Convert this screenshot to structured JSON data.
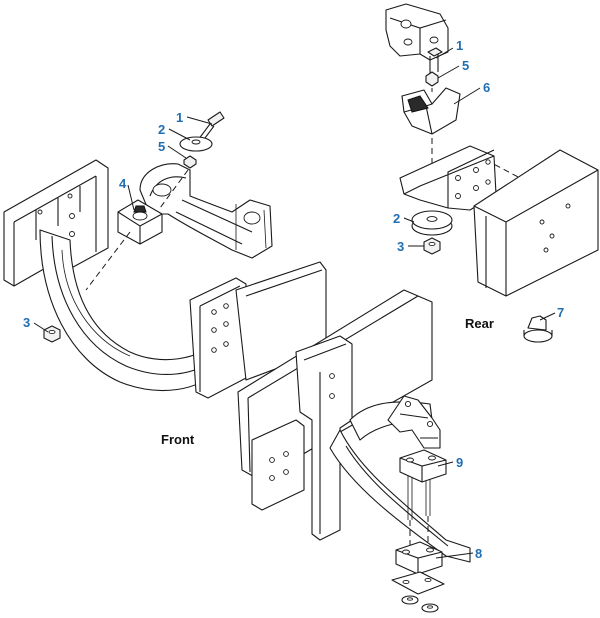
{
  "labels": {
    "front": "Front",
    "rear": "Rear"
  },
  "callouts": {
    "front_1": "1",
    "front_2": "2",
    "front_5": "5",
    "front_4": "4",
    "front_3": "3",
    "rear_1": "1",
    "rear_5": "5",
    "rear_6": "6",
    "rear_2": "2",
    "rear_3": "3",
    "part_7": "7",
    "part_9": "9",
    "part_8": "8"
  },
  "colors": {
    "callout": "#1f6fb2",
    "linework": "#1a1a1a",
    "background": "#ffffff"
  }
}
